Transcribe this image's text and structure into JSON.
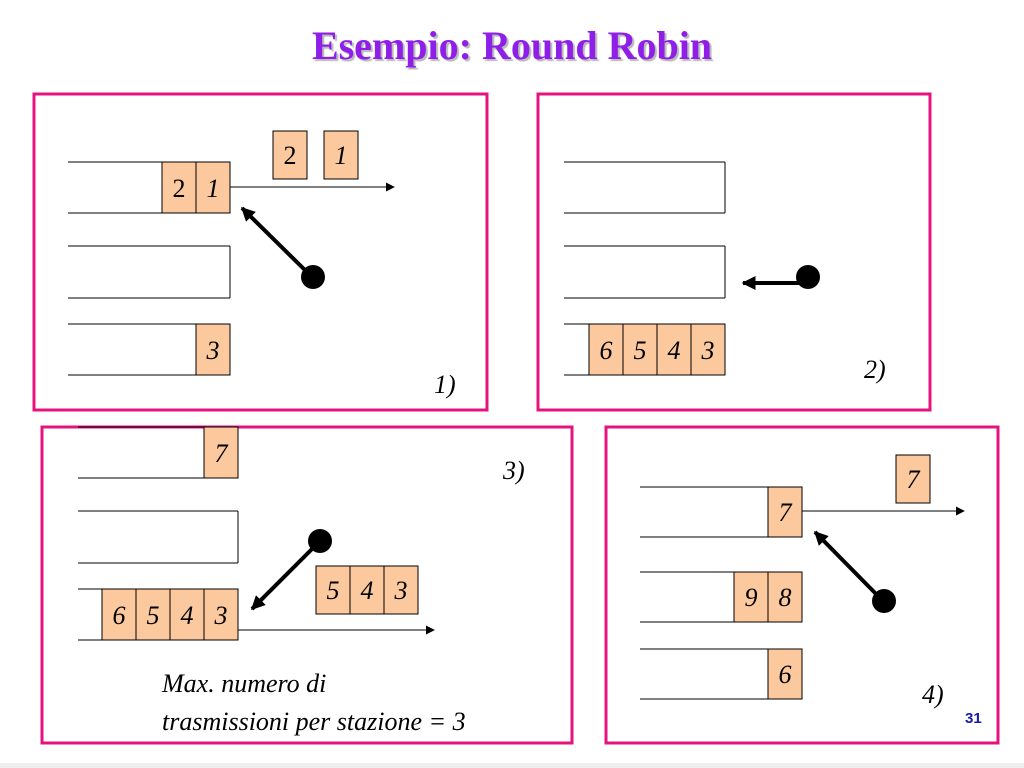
{
  "slide": {
    "title": "Esempio: Round Robin",
    "page_number": "31",
    "note_line1": "Max. numero di",
    "note_line2": "trasmissioni per stazione = 3"
  },
  "colors": {
    "title": "#8f1fe8",
    "panel_border": "#e3147e",
    "packet_fill": "#fbc99d",
    "page_number": "#1a1aa8"
  },
  "panels": [
    {
      "id": "p1",
      "label": "1)",
      "queues": [
        [
          "2",
          "1"
        ],
        [],
        [
          "3"
        ]
      ],
      "transmitted": [
        "2",
        "1"
      ],
      "pointer_target_queue": 1
    },
    {
      "id": "p2",
      "label": "2)",
      "queues": [
        [],
        [],
        [
          "6",
          "5",
          "4",
          "3"
        ]
      ],
      "transmitted": [],
      "pointer_target_queue": 2
    },
    {
      "id": "p3",
      "label": "3)",
      "queues": [
        [
          "7"
        ],
        [],
        [
          "6",
          "5",
          "4",
          "3"
        ]
      ],
      "transmitted": [
        "5",
        "4",
        "3"
      ],
      "pointer_target_queue": 3
    },
    {
      "id": "p4",
      "label": "4)",
      "queues": [
        [
          "7"
        ],
        [
          "9",
          "8"
        ],
        [
          "6"
        ]
      ],
      "transmitted": [
        "7"
      ],
      "pointer_target_queue": 1
    }
  ]
}
